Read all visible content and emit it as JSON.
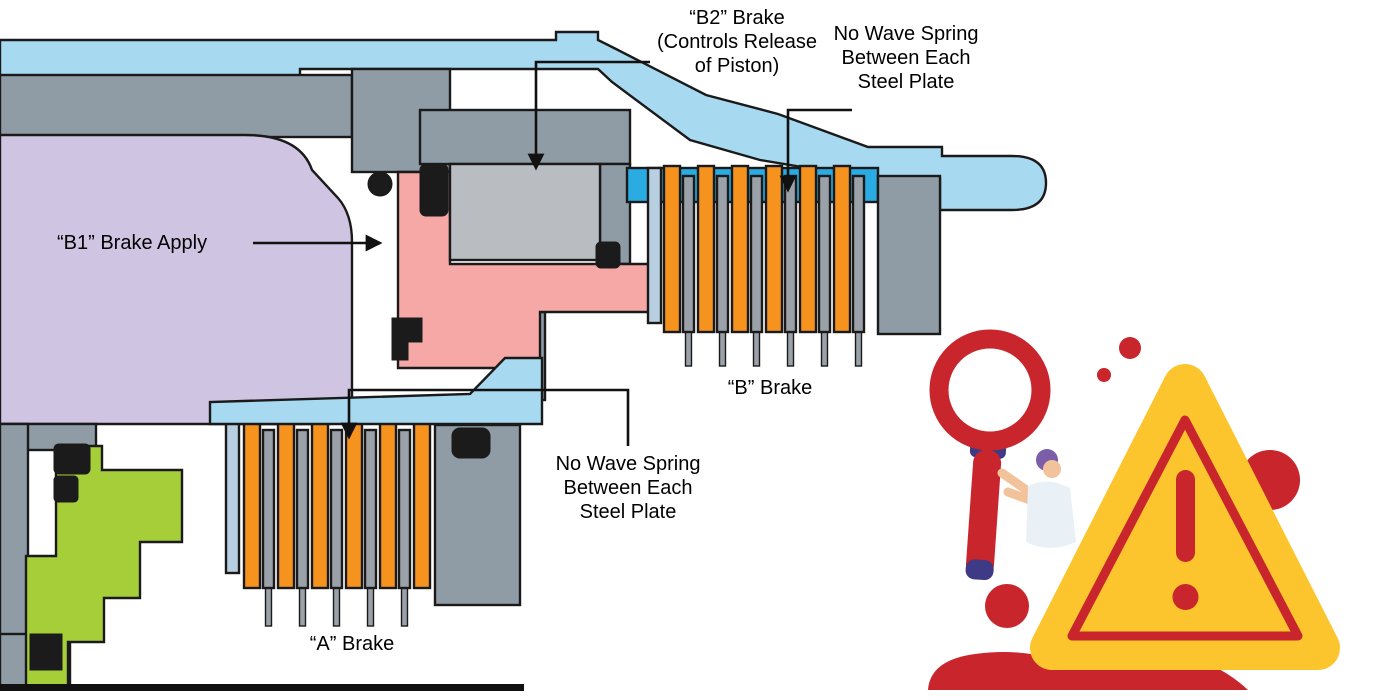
{
  "figure": {
    "type": "technical-diagram",
    "subject": "Automatic transmission brake cross-section with warning illustration"
  },
  "labels": {
    "b2_brake": "“B2” Brake\n(Controls Release\nof Piston)",
    "no_wave_spring_top": "No Wave Spring\nBetween Each\nSteel Plate",
    "b1_brake_apply": "“B1” Brake Apply",
    "b_brake": "“B” Brake",
    "a_brake": "“A” Brake",
    "no_wave_spring_bottom": "No Wave Spring\nBetween Each\nSteel Plate"
  },
  "colors": {
    "housing_blue": "#a7d9f0",
    "band_blue": "#2aabe2",
    "case_gray": "#8f9ca6",
    "piston_gray": "#b9bdc1",
    "purple": "#cfc4e2",
    "pink": "#f5a8a5",
    "green": "#a6ce39",
    "friction_orange": "#f6921e",
    "steel_gray": "#9aa1a8",
    "plate_blue": "#b7cfe0",
    "seal_black": "#1b1b1b",
    "outline": "#1a1a1a",
    "warning_yellow": "#fcc52e",
    "warning_red": "#c9252c",
    "navy": "#3f3a85",
    "skin": "#f2c39a",
    "hair_purple": "#7b5ea7",
    "shirt": "#e9f1f7"
  },
  "clutch_packs": {
    "b_brake": {
      "friction_plates": 6,
      "steel_plates": 6
    },
    "a_brake": {
      "friction_plates": 6,
      "steel_plates": 5
    }
  }
}
